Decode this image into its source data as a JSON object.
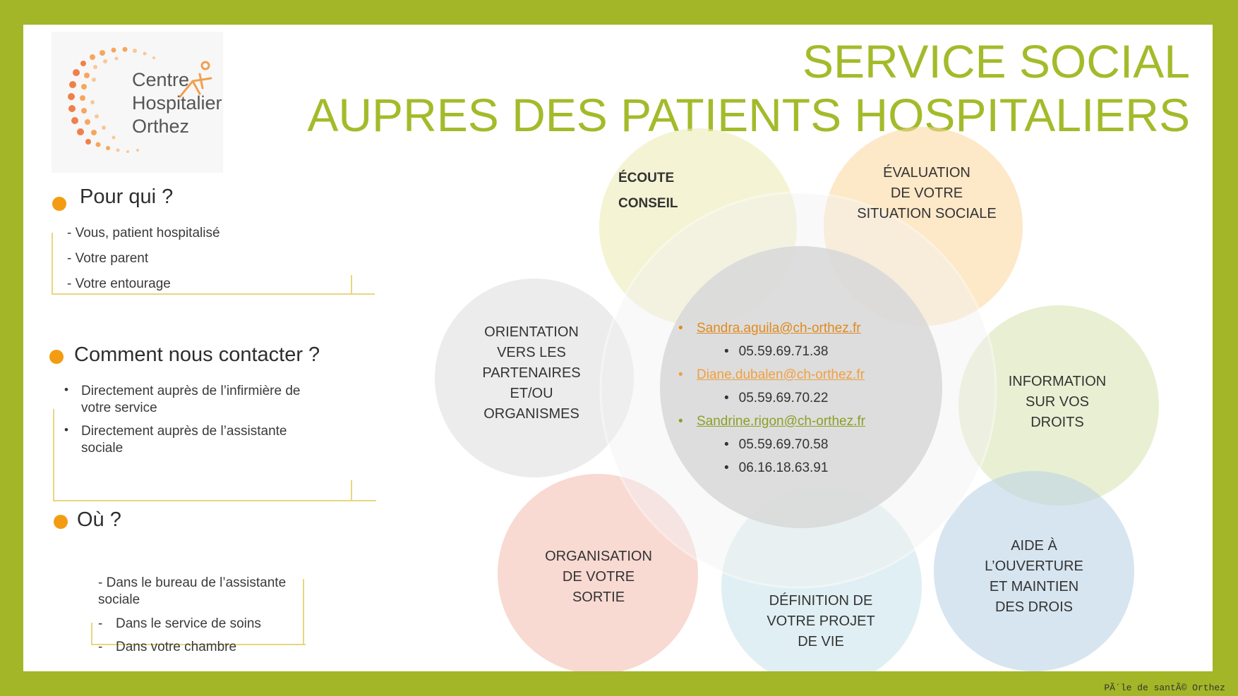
{
  "logo": {
    "line1": "Centre",
    "line2": "Hospitalier",
    "line3": "Orthez"
  },
  "title": {
    "line1": "SERVICE SOCIAL",
    "line2": "AUPRES DES PATIENTS HOSPITALIERS"
  },
  "pour_qui": {
    "heading": "Pour qui ?",
    "items": [
      "- Vous, patient hospitalisé",
      "- Votre parent",
      "- Votre entourage"
    ]
  },
  "contact": {
    "heading": "Comment nous contacter ?",
    "items": [
      [
        "Directement auprès de l’infirmière de",
        "votre service"
      ],
      [
        "Directement auprès de l’assistante",
        "sociale"
      ]
    ],
    "bullet": "•"
  },
  "ou": {
    "heading": "Où ?",
    "items": [
      [
        "- Dans le bureau de l’assistante",
        "sociale"
      ],
      [
        "-",
        "Dans le service de soins"
      ],
      [
        "-",
        "Dans votre chambre"
      ]
    ]
  },
  "circles": {
    "ecoute": [
      "ÉCOUTE",
      "CONSEIL"
    ],
    "evaluation": [
      "ÉVALUATION",
      "DE VOTRE",
      "SITUATION  SOCIALE"
    ],
    "orientation": [
      "ORIENTATION",
      "VERS LES",
      "PARTENAIRES",
      "ET/OU",
      "ORGANISMES"
    ],
    "information": [
      "INFORMATION",
      "SUR VOS",
      "DROITS"
    ],
    "organisation": [
      "ORGANISATION",
      "DE VOTRE",
      "SORTIE"
    ],
    "definition": [
      "DÉFINITION  DE",
      "VOTRE  PROJET",
      "DE VIE"
    ],
    "aide": [
      "AIDE À",
      "L’OUVERTURE",
      "ET MAINTIEN",
      "DES DROIS"
    ]
  },
  "contacts": [
    {
      "email": "Sandra.aguila@ch-orthez.fr",
      "phones": [
        "05.59.69.71.38"
      ],
      "color": "#e08a1e"
    },
    {
      "email": "Diane.dubalen@ch-orthez.fr",
      "phones": [
        "05.59.69.70.22"
      ],
      "color": "#f0a040"
    },
    {
      "email": "Sandrine.rigon@ch-orthez.fr",
      "phones": [
        "05.59.69.70.58",
        "06.16.18.63.91"
      ],
      "color": "#8aa028"
    }
  ],
  "footer": "PÃ´le de santÃ© Orthez",
  "colors": {
    "frame": "#a3b627",
    "title": "#a3bb2a",
    "bullet_dot": "#f39c12"
  }
}
